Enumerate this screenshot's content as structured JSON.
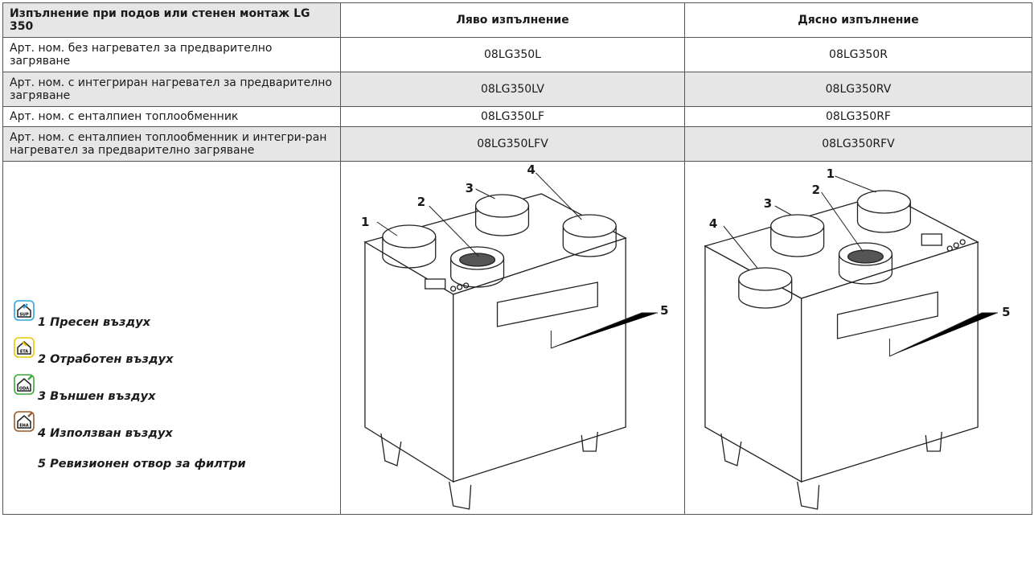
{
  "table": {
    "header": {
      "col1": "Изпълнение при подов или стенен монтаж LG 350",
      "col2": "Ляво изпълнение",
      "col3": "Дясно изпълнение"
    },
    "rows": [
      {
        "label": "Арт. ном. без нагревател за предварително загряване",
        "left": "08LG350L",
        "right": "08LG350R"
      },
      {
        "label": "Арт. ном. с интегриран нагревател за предварително загряване",
        "left": "08LG350LV",
        "right": "08LG350RV"
      },
      {
        "label": "Арт. ном. с енталпиен топлообменник",
        "left": "08LG350LF",
        "right": "08LG350RF"
      },
      {
        "label": "Арт. ном. с енталпиен топлообменник и интегри-ран нагревател за предварително загряване",
        "left": "08LG350LFV",
        "right": "08LG350RFV"
      }
    ]
  },
  "legend": [
    {
      "icon": "supply-air-icon",
      "badge": "SUP",
      "color": "#2ea3d8",
      "text": "1 Пресен въздух"
    },
    {
      "icon": "extract-air-icon",
      "badge": "ETA",
      "color": "#e8c800",
      "text": "2 Отработен въздух"
    },
    {
      "icon": "outdoor-air-icon",
      "badge": "ODA",
      "color": "#3aa935",
      "text": "3 Външен въздух"
    },
    {
      "icon": "exhaust-air-icon",
      "badge": "EHA",
      "color": "#9a5a2a",
      "text": "4 Използван въздух"
    },
    {
      "text": "5 Ревизионен отвор за филтри"
    }
  ],
  "callouts": {
    "left": [
      "1",
      "2",
      "3",
      "4",
      "5"
    ],
    "right": [
      "1",
      "2",
      "3",
      "4",
      "5"
    ]
  }
}
